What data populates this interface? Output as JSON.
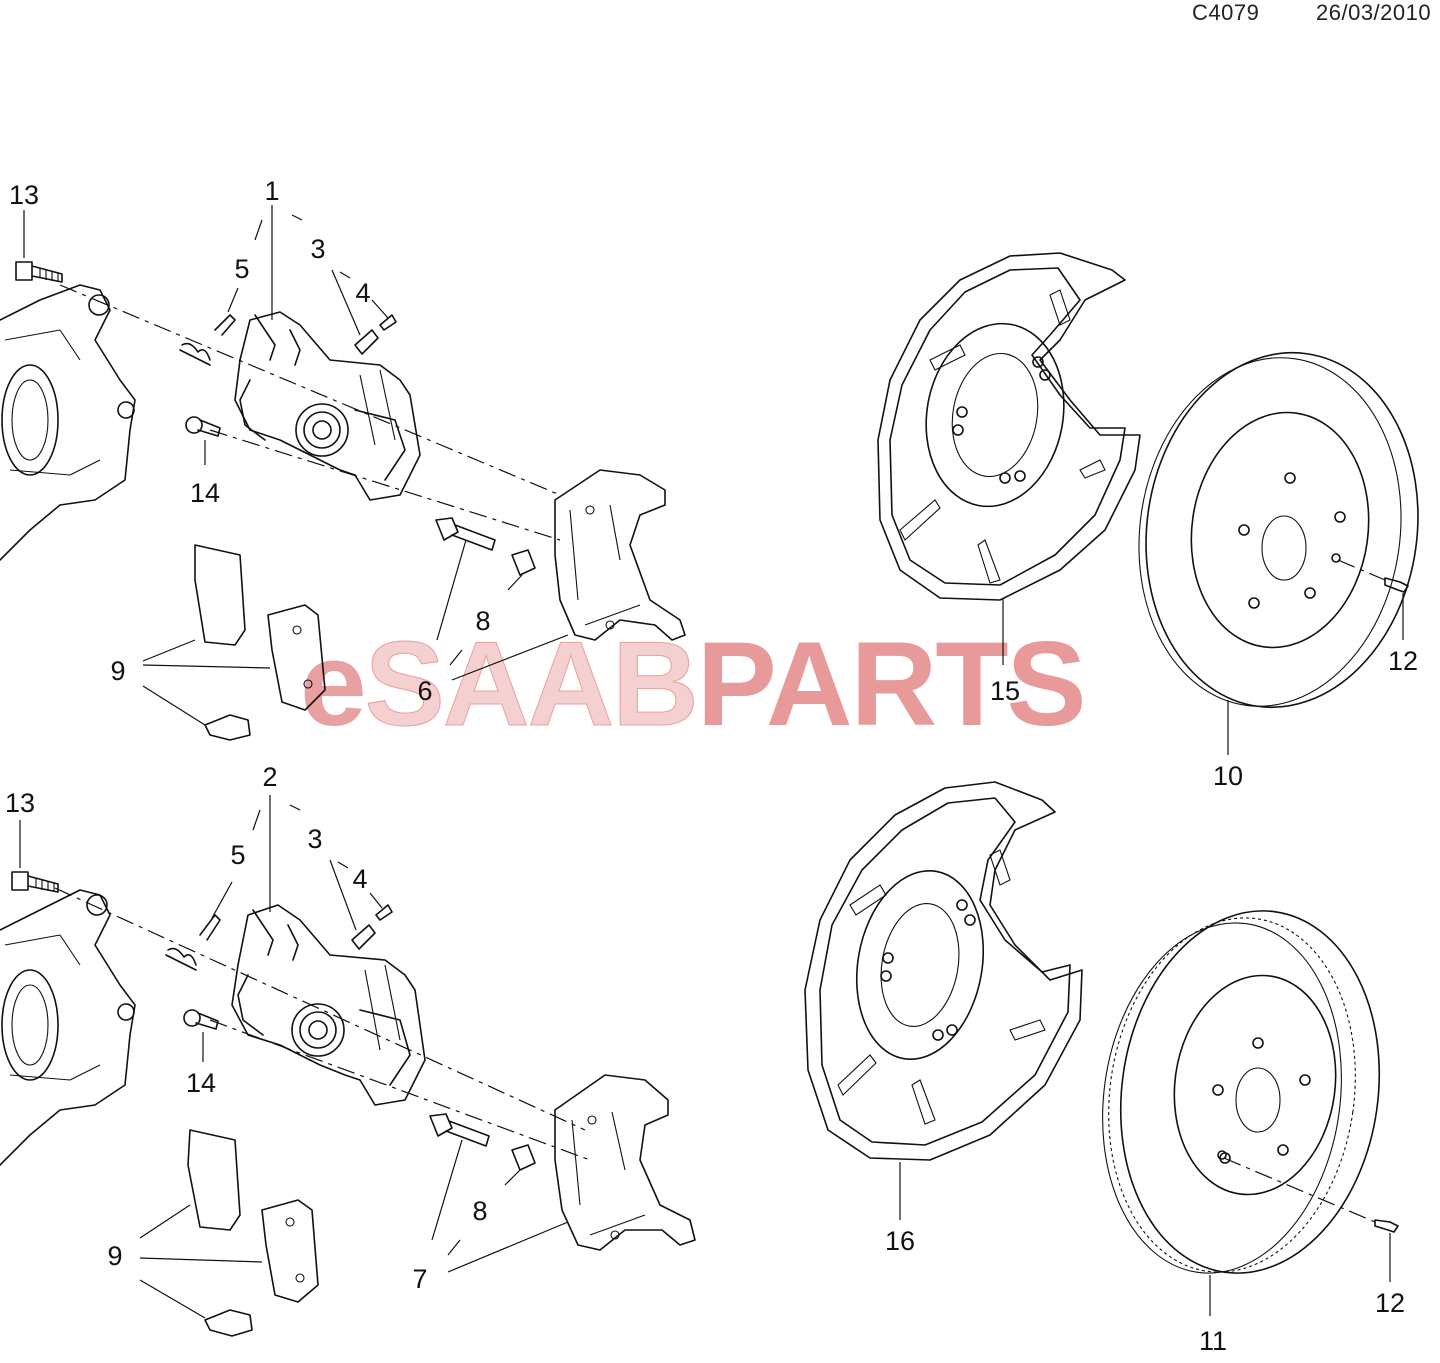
{
  "header": {
    "code": "C4079",
    "date": "26/03/2010"
  },
  "watermark": {
    "prefix": "e",
    "brand": "SAAB",
    "suffix": "PARTS",
    "color_prefix": "#e8a0a0",
    "color_brand": "#f4d0d0",
    "color_suffix": "#e89a9a"
  },
  "callouts": {
    "c1": "1",
    "c2": "2",
    "c3a": "3",
    "c3b": "3",
    "c4a": "4",
    "c4b": "4",
    "c5a": "5",
    "c5b": "5",
    "c6": "6",
    "c7": "7",
    "c8a": "8",
    "c8b": "8",
    "c9a": "9",
    "c9b": "9",
    "c10": "10",
    "c11": "11",
    "c12a": "12",
    "c12b": "12",
    "c13a": "13",
    "c13b": "13",
    "c14a": "14",
    "c14b": "14",
    "c15": "15",
    "c16": "16"
  }
}
